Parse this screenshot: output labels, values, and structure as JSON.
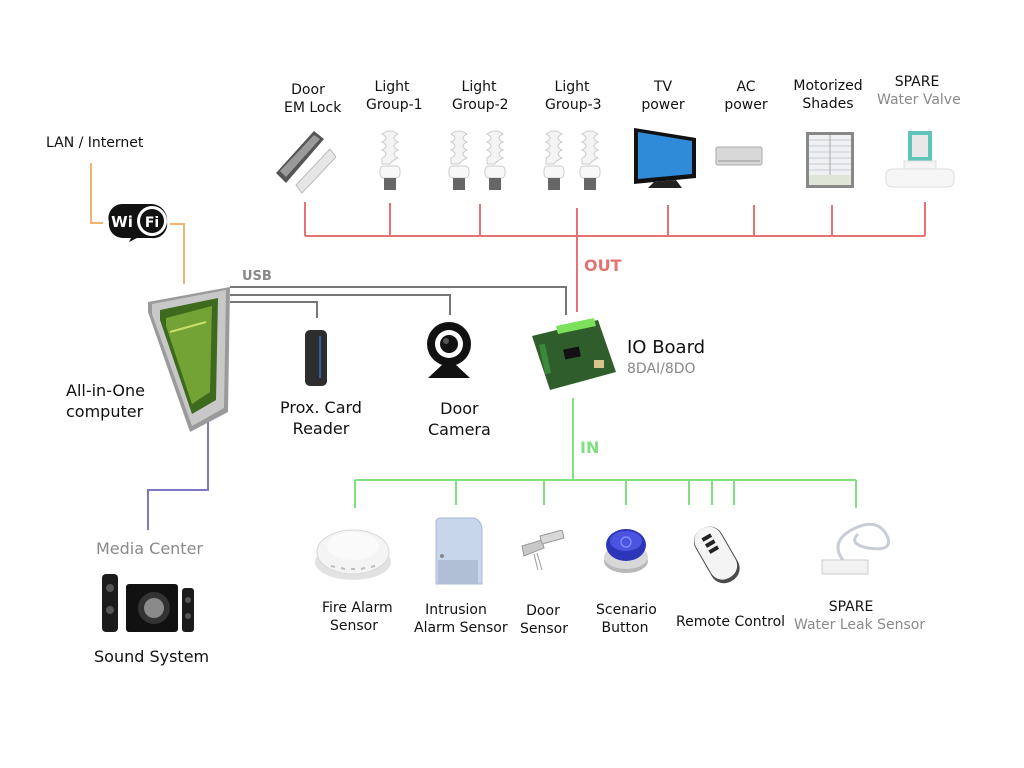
{
  "diagram": {
    "network": {
      "lan_label": "LAN / Internet",
      "wifi_left": "Wi",
      "wifi_right": "Fi",
      "usb_label": "USB"
    },
    "computer": {
      "line1": "All-in-One",
      "line2": "computer"
    },
    "media": {
      "title": "Media Center",
      "device": "Sound System"
    },
    "usb_devices": [
      {
        "line1": "Prox. Card",
        "line2": "Reader"
      },
      {
        "line1": "Door",
        "line2": "Camera"
      }
    ],
    "io_board": {
      "title": "IO Board",
      "subtitle": "8DAI/8DO",
      "out_label": "OUT",
      "in_label": "IN"
    },
    "outputs": [
      {
        "line1": "Door",
        "line2": "EM Lock"
      },
      {
        "line1": "Light",
        "line2": "Group-1"
      },
      {
        "line1": "Light",
        "line2": "Group-2"
      },
      {
        "line1": "Light",
        "line2": "Group-3"
      },
      {
        "line1": "TV",
        "line2": "power"
      },
      {
        "line1": "AC",
        "line2": "power"
      },
      {
        "line1": "Motorized",
        "line2": "Shades"
      },
      {
        "line1": "SPARE",
        "line2": "Water Valve"
      }
    ],
    "inputs": [
      {
        "line1": "Fire Alarm",
        "line2": "Sensor"
      },
      {
        "line1": "Intrusion",
        "line2": "Alarm Sensor"
      },
      {
        "line1": "Door",
        "line2": "Sensor"
      },
      {
        "line1": "Scenario",
        "line2": "Button"
      },
      {
        "line1": "Remote Control",
        "line2": ""
      },
      {
        "line1": "SPARE",
        "line2": "Water Leak Sensor"
      }
    ],
    "colors": {
      "out_line": "#e57373",
      "in_line": "#7ee07e",
      "usb_line": "#777777",
      "wifi_line": "#f0b46e",
      "media_line": "#7b78c4"
    }
  }
}
